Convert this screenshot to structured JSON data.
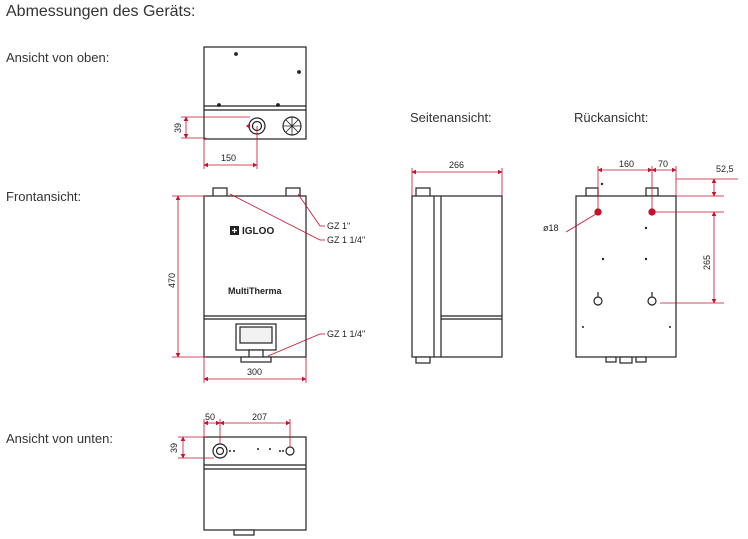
{
  "title": "Abmessungen des Geräts:",
  "views": {
    "top": "Ansicht von oben:",
    "side": "Seitenansicht:",
    "back": "Rückansicht:",
    "front": "Frontansicht:",
    "bottom": "Ansicht von unten:"
  },
  "dimensions": {
    "top_depth": "39",
    "top_offset": "150",
    "side_width": "266",
    "front_height": "470",
    "front_width": "300",
    "back_spacing": "160",
    "back_offset": "70",
    "back_edge": "52,5",
    "back_hole": "ø18",
    "back_height": "265",
    "bottom_offset": "50",
    "bottom_spacing": "207",
    "bottom_depth": "39"
  },
  "connections": {
    "gz1": "GZ 1\"",
    "gz114_top": "GZ 1 1/4\"",
    "gz114_bottom": "GZ 1 1/4\""
  },
  "device": {
    "brand": "IGLOO",
    "model": "MultiTherma"
  },
  "colors": {
    "dimension": "#c8102e",
    "outline": "#222222"
  }
}
